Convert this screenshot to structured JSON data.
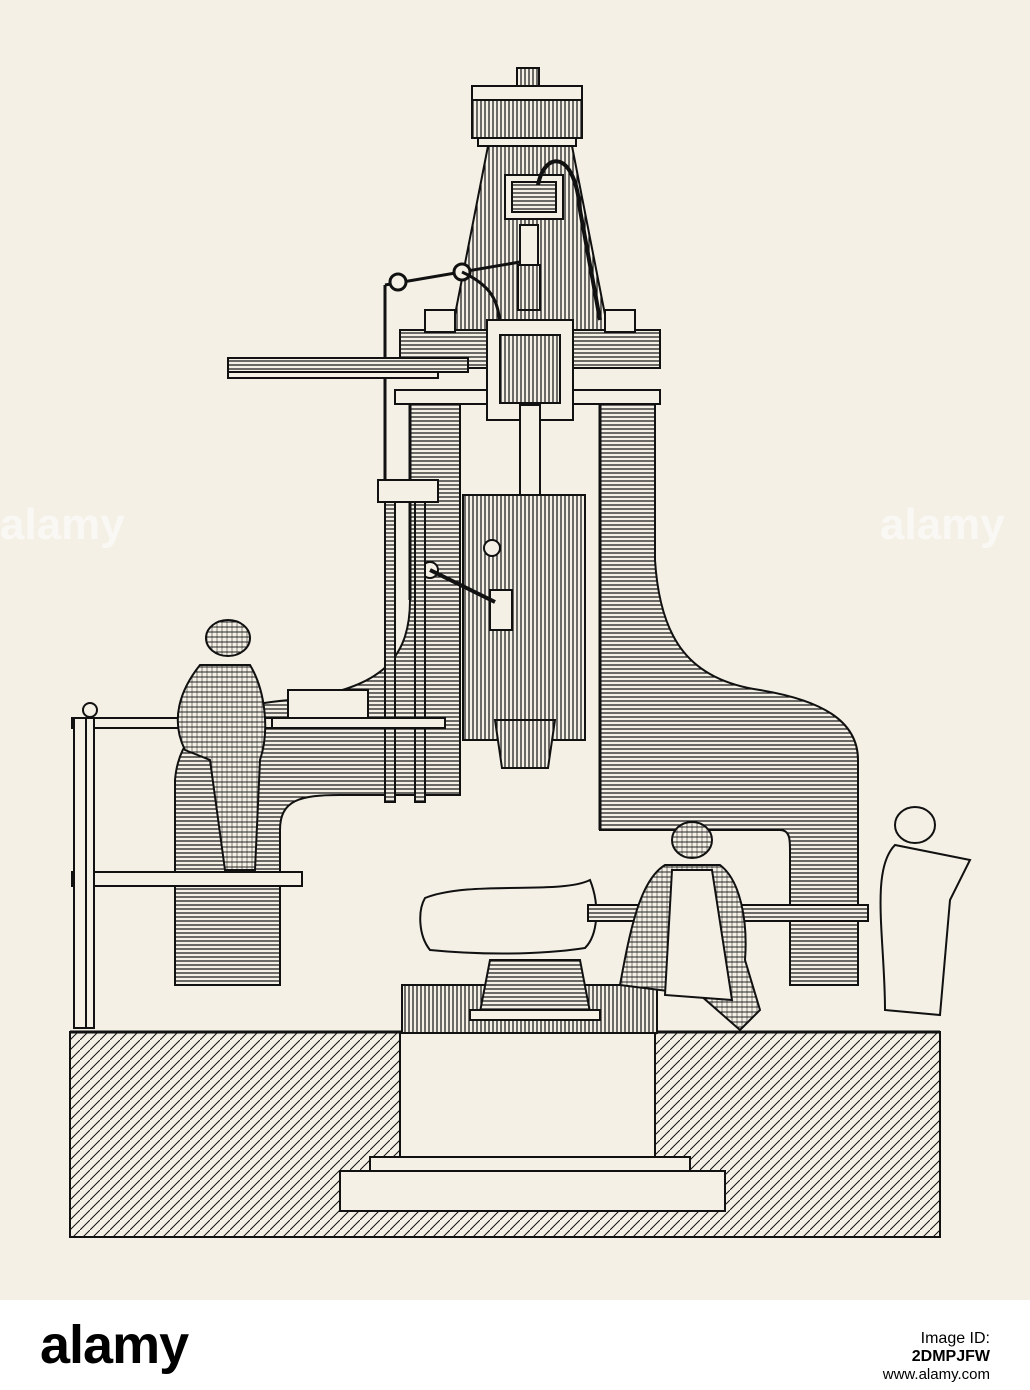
{
  "colors": {
    "paper": "#f4f0e6",
    "ink": "#111111",
    "footer_bg": "#ffffff"
  },
  "footer": {
    "logo_text": "alamy",
    "id_label": "Image ID:",
    "image_id": "2DMPJFW",
    "url": "www.alamy.com"
  }
}
